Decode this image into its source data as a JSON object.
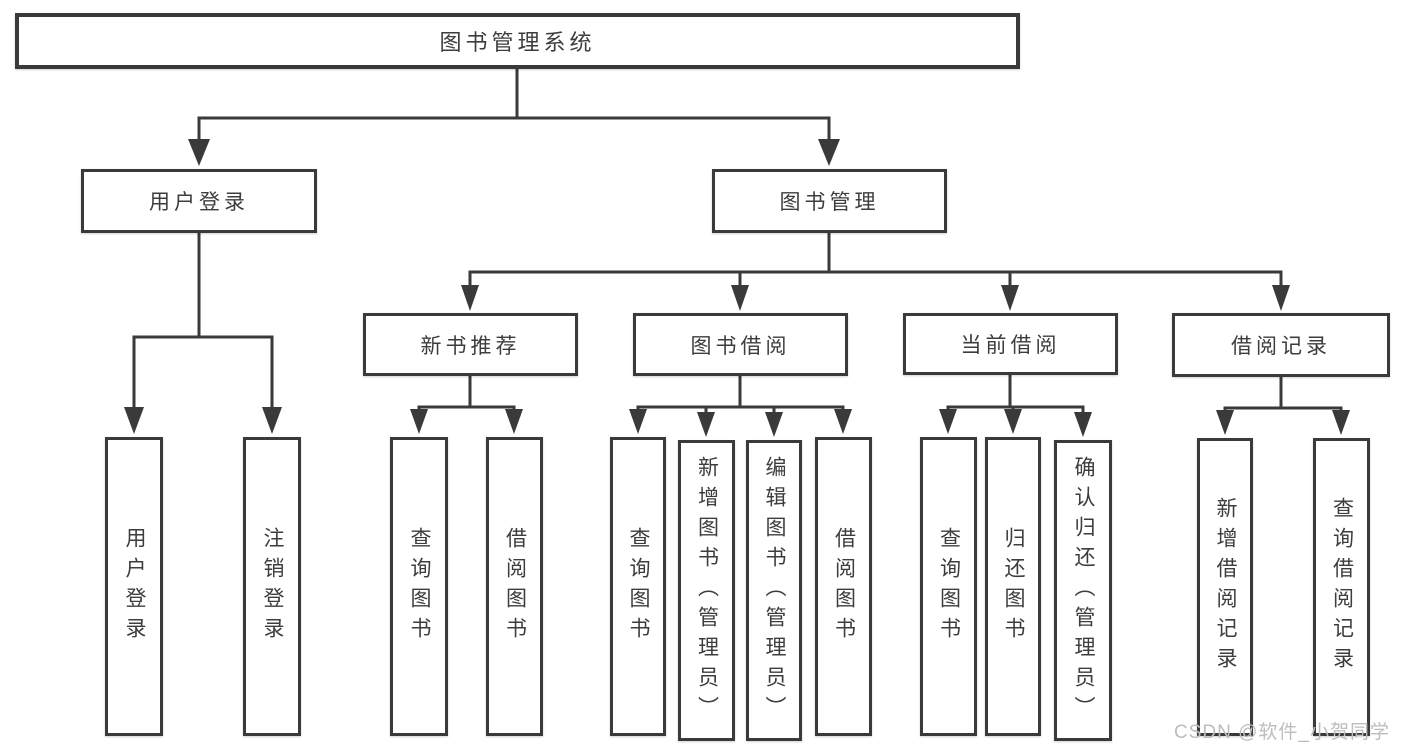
{
  "tree": {
    "root": {
      "label": "图书管理系统"
    },
    "branches": [
      {
        "label": "用户登录",
        "children": [
          {
            "label": "用户登录"
          },
          {
            "label": "注销登录"
          }
        ]
      },
      {
        "label": "图书管理",
        "groups": [
          {
            "label": "新书推荐",
            "children": [
              {
                "label": "查询图书"
              },
              {
                "label": "借阅图书"
              }
            ]
          },
          {
            "label": "图书借阅",
            "children": [
              {
                "label": "查询图书"
              },
              {
                "label": "新增图书（管理员）"
              },
              {
                "label": "编辑图书（管理员）"
              },
              {
                "label": "借阅图书"
              }
            ]
          },
          {
            "label": "当前借阅",
            "children": [
              {
                "label": "查询图书"
              },
              {
                "label": "归还图书"
              },
              {
                "label": "确认归还（管理员）"
              }
            ]
          },
          {
            "label": "借阅记录",
            "children": [
              {
                "label": "新增借阅记录"
              },
              {
                "label": "查询借阅记录"
              }
            ]
          }
        ]
      }
    ]
  },
  "watermark": {
    "text": "CSDN @软件_小贺同学"
  },
  "colors": {
    "line": "#3a3a3a",
    "text": "#3d3d3d",
    "background": "#ffffff",
    "watermark": "#bdbdbd"
  }
}
